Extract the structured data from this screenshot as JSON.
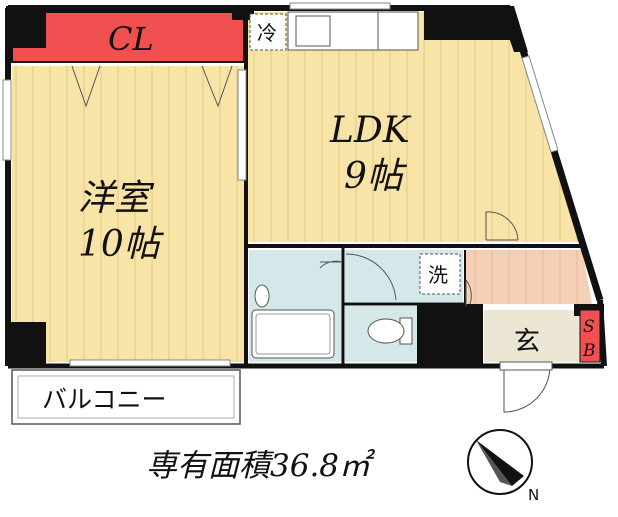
{
  "rooms": {
    "cl": "CL",
    "western_name": "洋室",
    "western_size": "10帖",
    "ldk_name": "LDK",
    "ldk_size": "9帖",
    "fridge": "冷",
    "washer": "洗",
    "entrance": "玄",
    "shoebox_s": "S",
    "shoebox_b": "B",
    "balcony": "バルコニー"
  },
  "area_label": "専有面積36.8㎡",
  "compass": {
    "north_label": "N"
  },
  "colors": {
    "floor": "#f7e4a6",
    "floor_stripe": "#e4cf8c",
    "wet_area": "#d4e8ea",
    "hall": "#f5d0b6",
    "entrance": "#ece7d4",
    "closet": "#f05050",
    "wall": "#111111"
  }
}
